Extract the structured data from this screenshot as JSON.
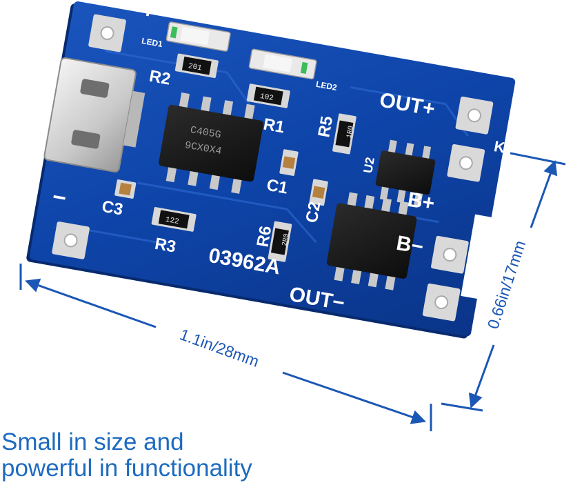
{
  "image": {
    "subject": "TP4056 lithium battery charging module",
    "colors": {
      "pcb": "#0d3f9e",
      "pcb_light": "#1c5bc4",
      "silkscreen": "#ffffff",
      "chip": "#1a1a1a",
      "pad": "#d9d9d9",
      "dimension_line": "#1b57b5",
      "caption": "#1d6bbf"
    }
  },
  "board_labels": {
    "plus": "+",
    "minus": "−",
    "led1": "LED1",
    "led2": "LED2",
    "r1": "R1",
    "r2": "R2",
    "r3": "R3",
    "r5": "R5",
    "r6": "R6",
    "c1": "C1",
    "c2": "C2",
    "c3": "C3",
    "u2": "U2",
    "k": "K",
    "out_plus": "OUT+",
    "out_minus": "OUT−",
    "b_plus": "B+",
    "b_minus": "B−",
    "board_code": "03962A",
    "res_201": "201",
    "res_102": "102",
    "res_122": "122",
    "res_1r0": "1R0",
    "res_2r0": "2R0",
    "chip_mark_1": "C405G",
    "chip_mark_2": "9CX0X4"
  },
  "dimensions": {
    "width_label": "1.1in/28mm",
    "height_label": "0.66in/17mm"
  },
  "caption": {
    "line1": "Small in size and",
    "line2": "powerful in functionality"
  }
}
